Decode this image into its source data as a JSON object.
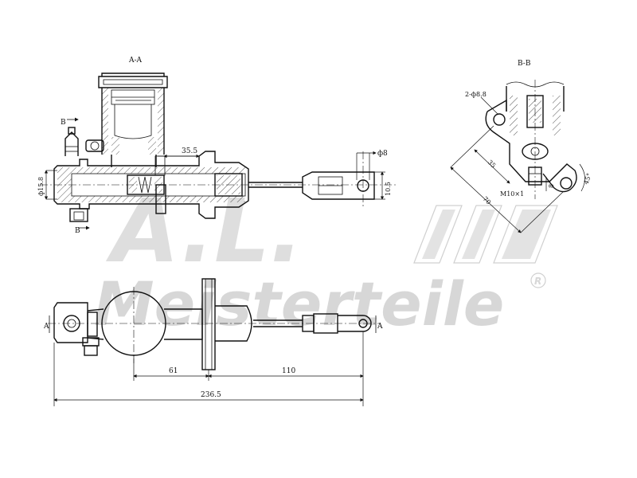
{
  "views": {
    "section_a": {
      "title": "A-A"
    },
    "section_b": {
      "title": "B-B"
    }
  },
  "section_markers": {
    "b": "B",
    "a": "A"
  },
  "dimensions": {
    "bore_diameter": "ф15.8",
    "rod_offset": "35.5",
    "pin_diameter": "ф8",
    "clevis_width": "10.5",
    "mount_holes": "2-ф8.8",
    "hole_spacing": "70",
    "port_offset": "35",
    "angle": "45°",
    "port_thread": "M10×1",
    "port_depth": "8",
    "length_to_flange": "61",
    "rod_length": "110",
    "overall_length": "236.5"
  },
  "watermark": {
    "initials": "A.L.",
    "brand": "Meisterteile",
    "registered": "R"
  }
}
